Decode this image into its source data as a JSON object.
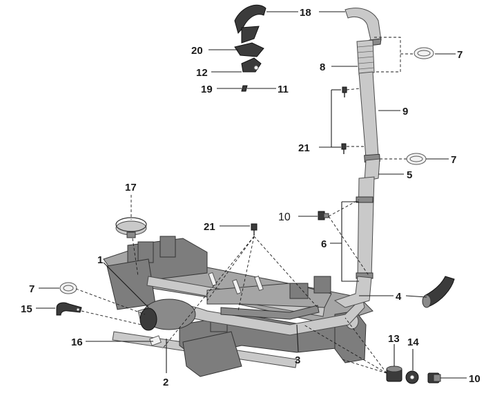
{
  "labels": {
    "l1": "1",
    "l2": "2",
    "l3": "3",
    "l4": "4",
    "l5": "5",
    "l6": "6",
    "l7a": "7",
    "l7b": "7",
    "l7c": "7",
    "l8": "8",
    "l9": "9",
    "l10a": "10",
    "l10b": "10",
    "l11": "11",
    "l12": "12",
    "l13": "13",
    "l14": "14",
    "l15": "15",
    "l16": "16",
    "l17": "17",
    "l18": "18",
    "l19": "19",
    "l20": "20",
    "l21a": "21",
    "l21b": "21"
  },
  "colors": {
    "ink": "#1a1a1a",
    "part_dark": "#3b3b3b",
    "part_grey": "#8a8a8a",
    "part_light": "#c9c9c9"
  }
}
